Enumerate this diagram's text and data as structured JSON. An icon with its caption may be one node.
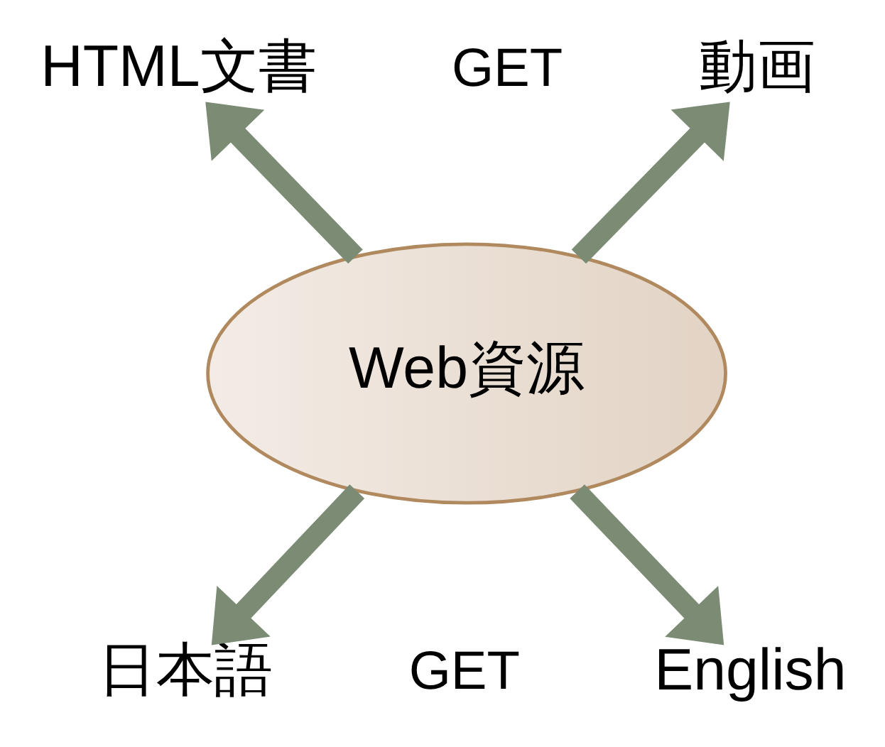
{
  "diagram": {
    "nodes": [
      {
        "text": [
          "Web資源"
        ]
      },
      {
        "text": [
          "HTML文書"
        ]
      },
      {
        "text": [
          "動画"
        ]
      },
      {
        "text": [
          "日本語"
        ]
      },
      {
        "text": [
          "English"
        ]
      }
    ],
    "edges": [
      {
        "from": 0,
        "to": 1,
        "arrow": "to"
      },
      {
        "from": 0,
        "to": 2,
        "arrow": "to"
      },
      {
        "from": 0,
        "to": 3,
        "arrow": "to"
      },
      {
        "from": 0,
        "to": 4,
        "arrow": "to"
      }
    ],
    "labels": [
      "GET",
      "GET"
    ]
  }
}
